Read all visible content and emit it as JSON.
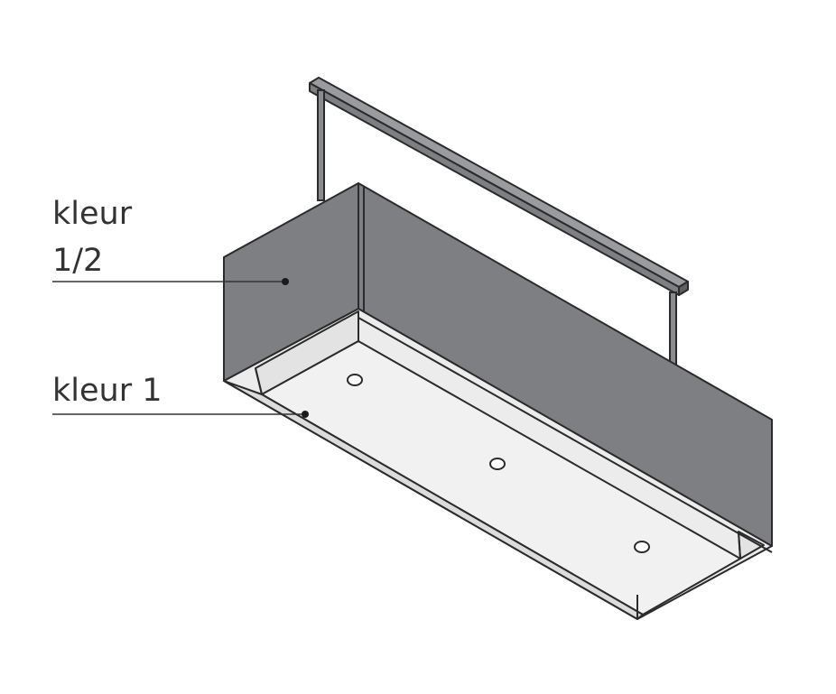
{
  "labels": {
    "upper_line1": "kleur",
    "upper_line2": "1/2",
    "lower": "kleur 1"
  },
  "colors": {
    "panel": "#7e7f82",
    "tray": "#ececec",
    "outline": "#2b2b2b",
    "leader": "#333333",
    "rail": "#7e7f82"
  }
}
